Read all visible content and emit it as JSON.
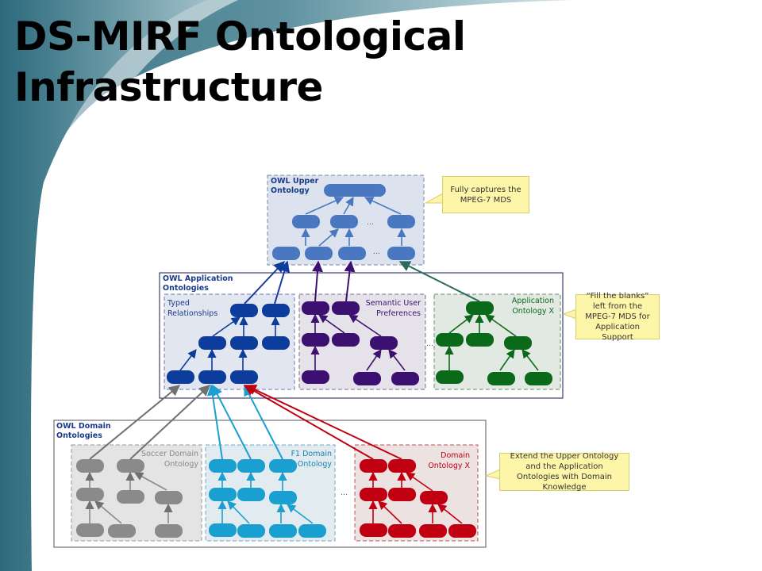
{
  "title": {
    "line1": "DS-MIRF Ontological",
    "line2": "Infrastructure"
  },
  "diagram": {
    "upper": {
      "label_line1": "OWL Upper",
      "label_line2": "Ontology",
      "ellipsis": "…"
    },
    "application": {
      "label_line1": "OWL Application",
      "label_line2": "Ontologies",
      "typed_line1": "Typed",
      "typed_line2": "Relationships",
      "semantic_line1": "Semantic User",
      "semantic_line2": "Preferences",
      "appx_line1": "Application",
      "appx_line2": "Ontology X",
      "ellipsis": "…"
    },
    "domain": {
      "label_line1": "OWL Domain",
      "label_line2": "Ontologies",
      "soccer_line1": "Soccer Domain",
      "soccer_line2": "Ontology",
      "f1_line1": "F1 Domain",
      "f1_line2": "Ontology",
      "domx_line1": "Domain",
      "domx_line2": "Ontology X",
      "ellipsis": "…"
    },
    "callouts": {
      "upper": "Fully captures the MPEG-7 MDS",
      "application": "“Fill the blanks” left from the MPEG-7 MDS for Application Support",
      "domain": "Extend the Upper Ontology and the Application Ontologies with Domain Knowledge"
    },
    "colors": {
      "upper": "#4a78c0",
      "typed": "#0c3c9c",
      "semantic": "#3c1070",
      "appx": "#0a6a1a",
      "soccer": "#8a8a8a",
      "f1": "#1aa0d0",
      "domx": "#c00010"
    }
  }
}
